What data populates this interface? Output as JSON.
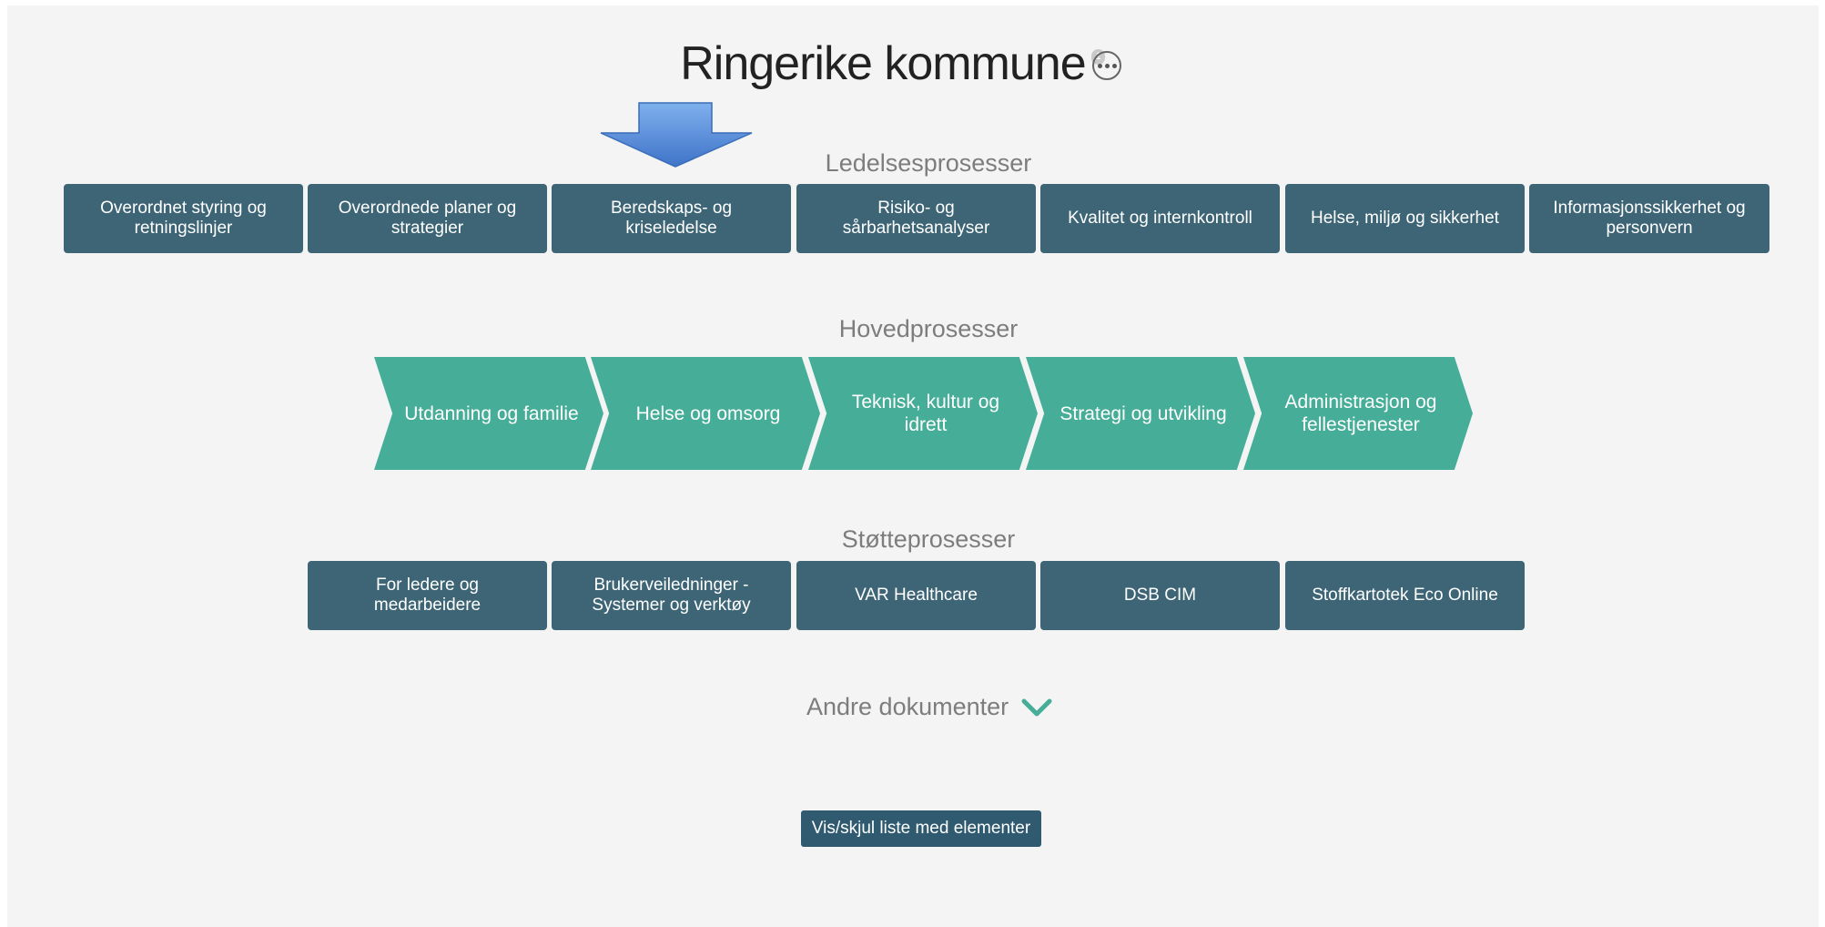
{
  "header": {
    "title": "Ringerike kommune",
    "badge": "1",
    "more_icon": "ellipsis-circle-icon"
  },
  "sections": {
    "ledelse": {
      "label": "Ledelsesprosesser",
      "items": [
        "Overordnet styring og retningslinjer",
        "Overordnede planer og strategier",
        "Beredskaps- og kriseledelse",
        "Risiko- og sårbarhetsanalyser",
        "Kvalitet og internkontroll",
        "Helse, miljø og sikkerhet",
        "Informasjonssikkerhet og personvern"
      ]
    },
    "hoved": {
      "label": "Hovedprosesser",
      "items": [
        "Utdanning og familie",
        "Helse og omsorg",
        "Teknisk, kultur og idrett",
        "Strategi og utvikling",
        "Administrasjon og fellestjenester"
      ]
    },
    "stotte": {
      "label": "Støtteprosesser",
      "items": [
        "For ledere og medarbeidere",
        "Brukerveiledninger - Systemer og verktøy",
        "VAR Healthcare",
        "DSB CIM",
        "Stoffkartotek Eco Online"
      ]
    },
    "andre": {
      "label": "Andre dokumenter",
      "icon": "chevron-down-icon"
    }
  },
  "actions": {
    "toggle_list": "Vis/skjul liste med elementer"
  },
  "colors": {
    "tile": "#3d6576",
    "chevron": "#46ae98",
    "arrow": "#5b8fd6"
  }
}
